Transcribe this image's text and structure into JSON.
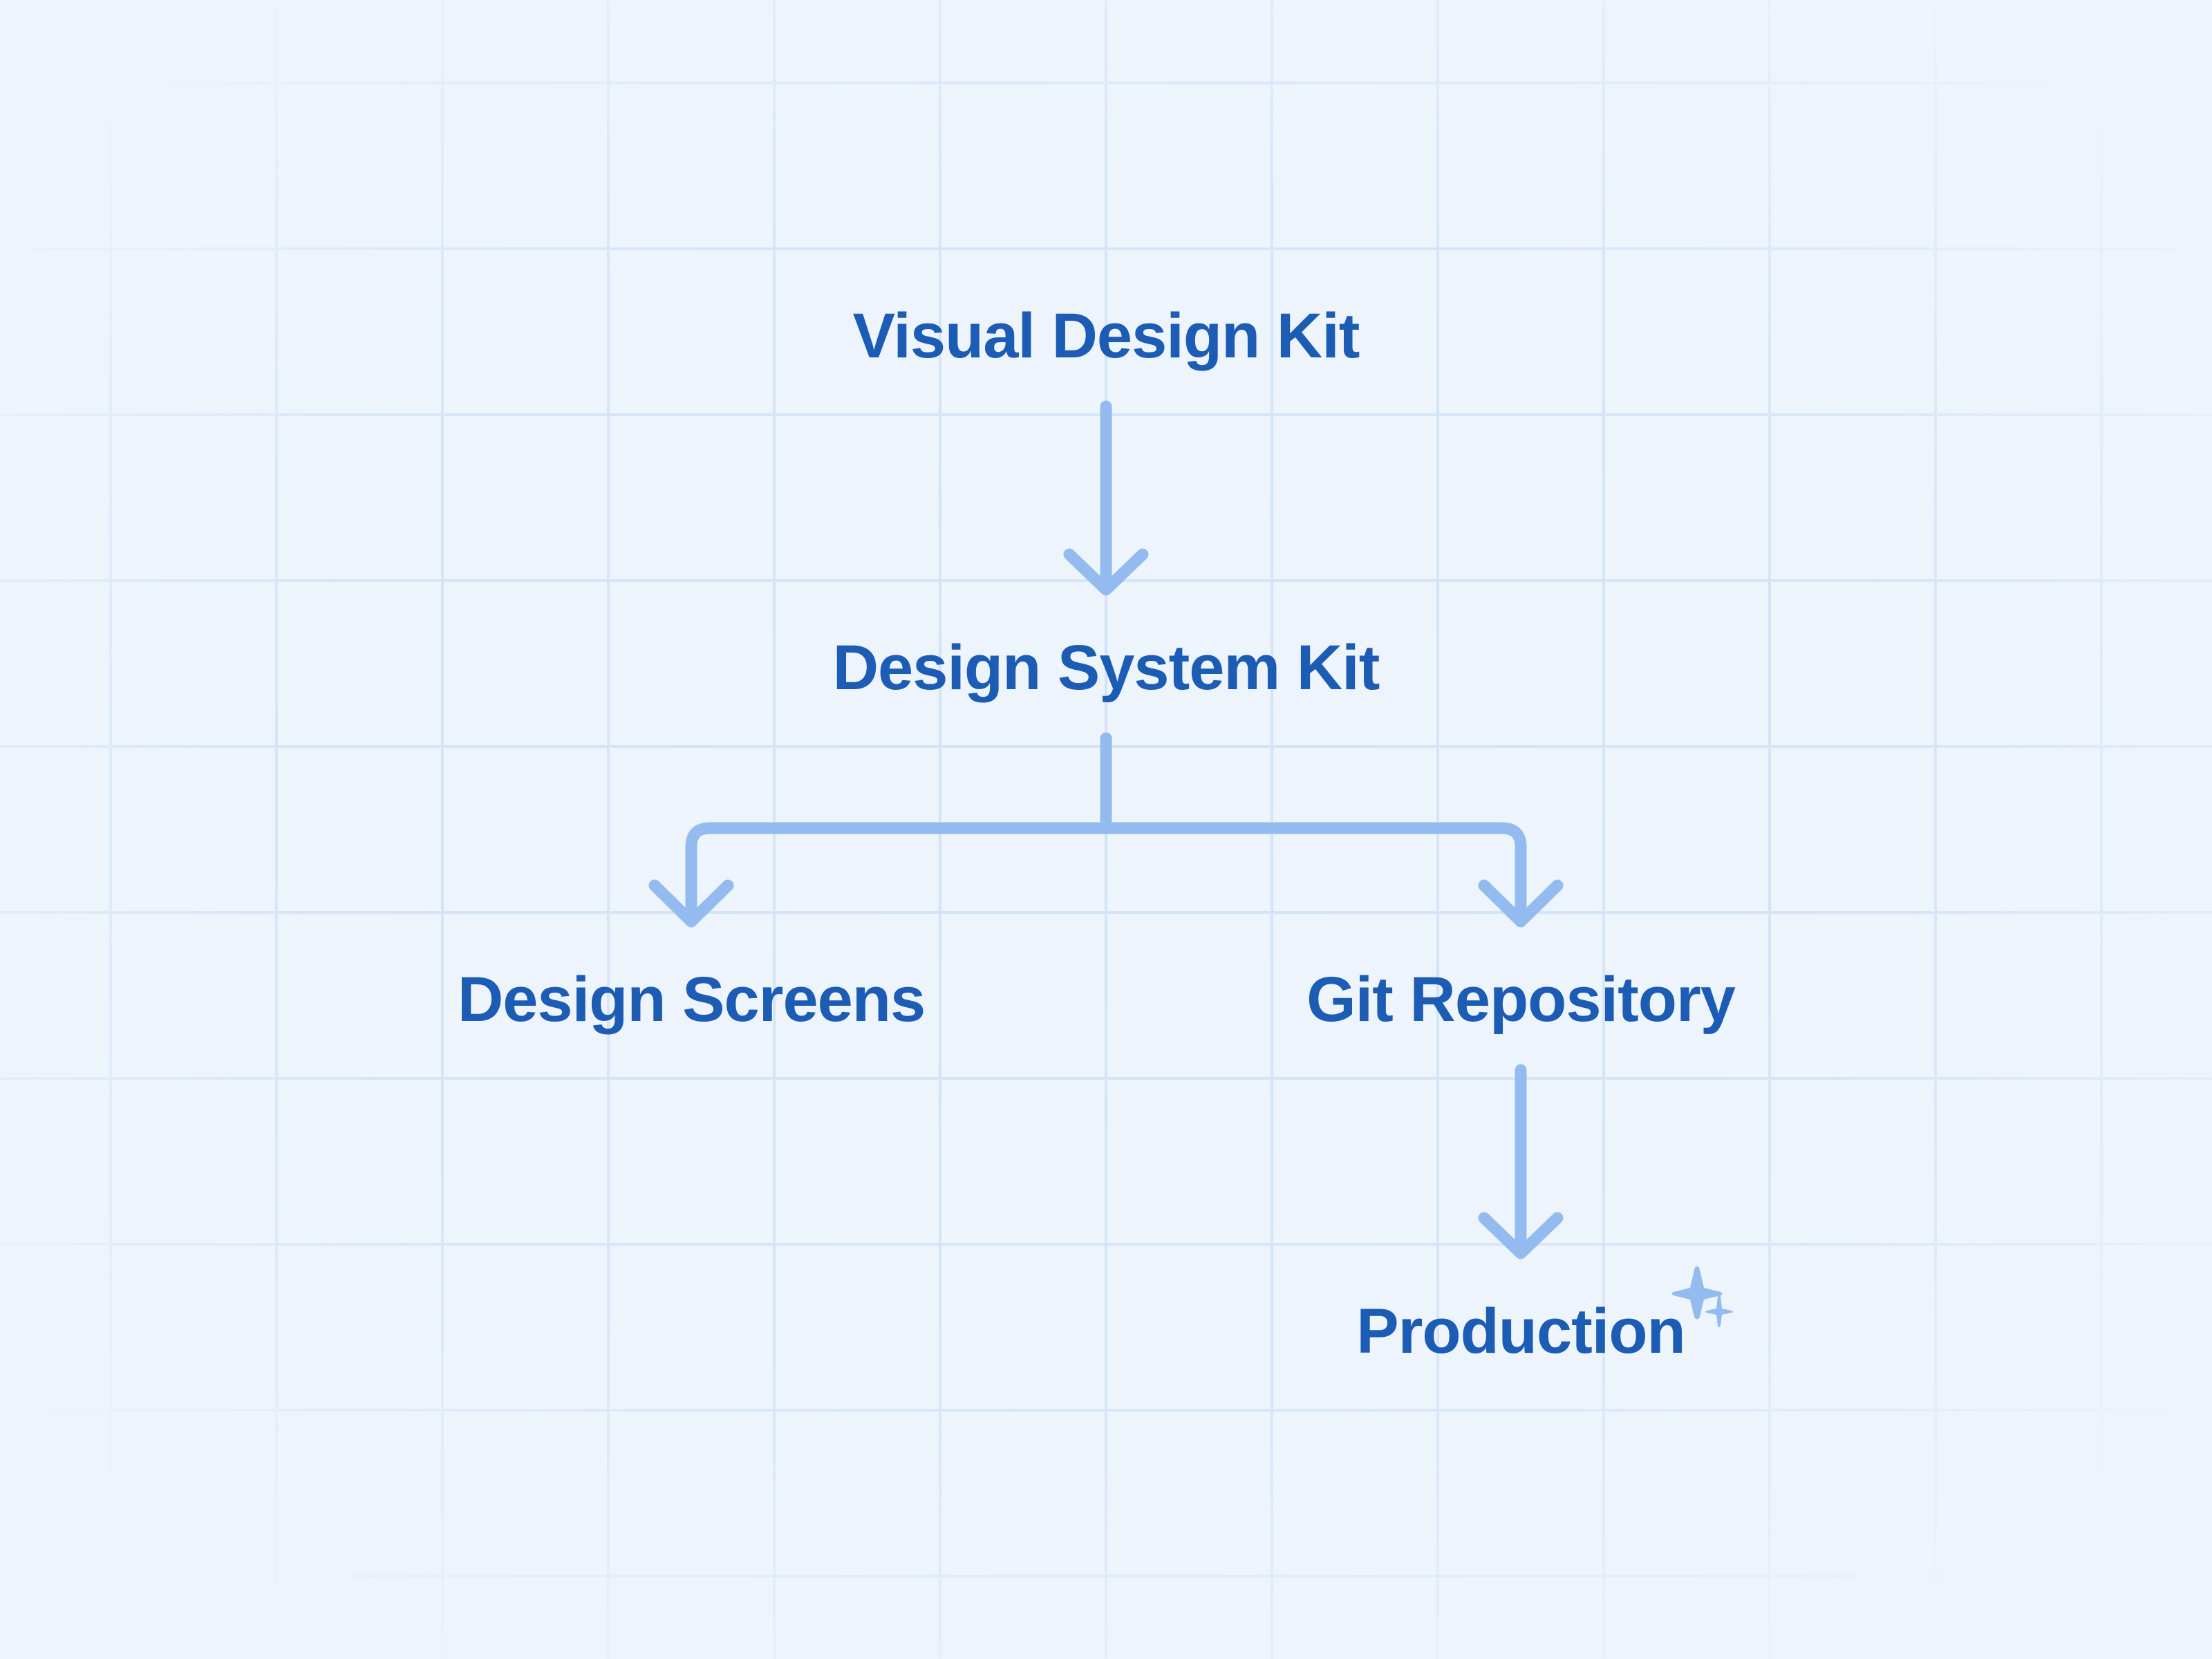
{
  "colors": {
    "background": "#edf4fc",
    "grid_line": "#d3e3f7",
    "text": "#1c5cb4",
    "connector": "#93bbef",
    "sparkle": "#93bbef"
  },
  "diagram": {
    "type": "flowchart",
    "nodes": [
      {
        "id": "visual-design-kit",
        "label": "Visual Design Kit"
      },
      {
        "id": "design-system-kit",
        "label": "Design System Kit"
      },
      {
        "id": "design-screens",
        "label": "Design Screens"
      },
      {
        "id": "git-repository",
        "label": "Git Repository"
      },
      {
        "id": "production",
        "label": "Production",
        "decoration": "sparkles-icon"
      }
    ],
    "edges": [
      {
        "from": "visual-design-kit",
        "to": "design-system-kit"
      },
      {
        "from": "design-system-kit",
        "to": "design-screens"
      },
      {
        "from": "design-system-kit",
        "to": "git-repository"
      },
      {
        "from": "git-repository",
        "to": "production"
      }
    ]
  }
}
